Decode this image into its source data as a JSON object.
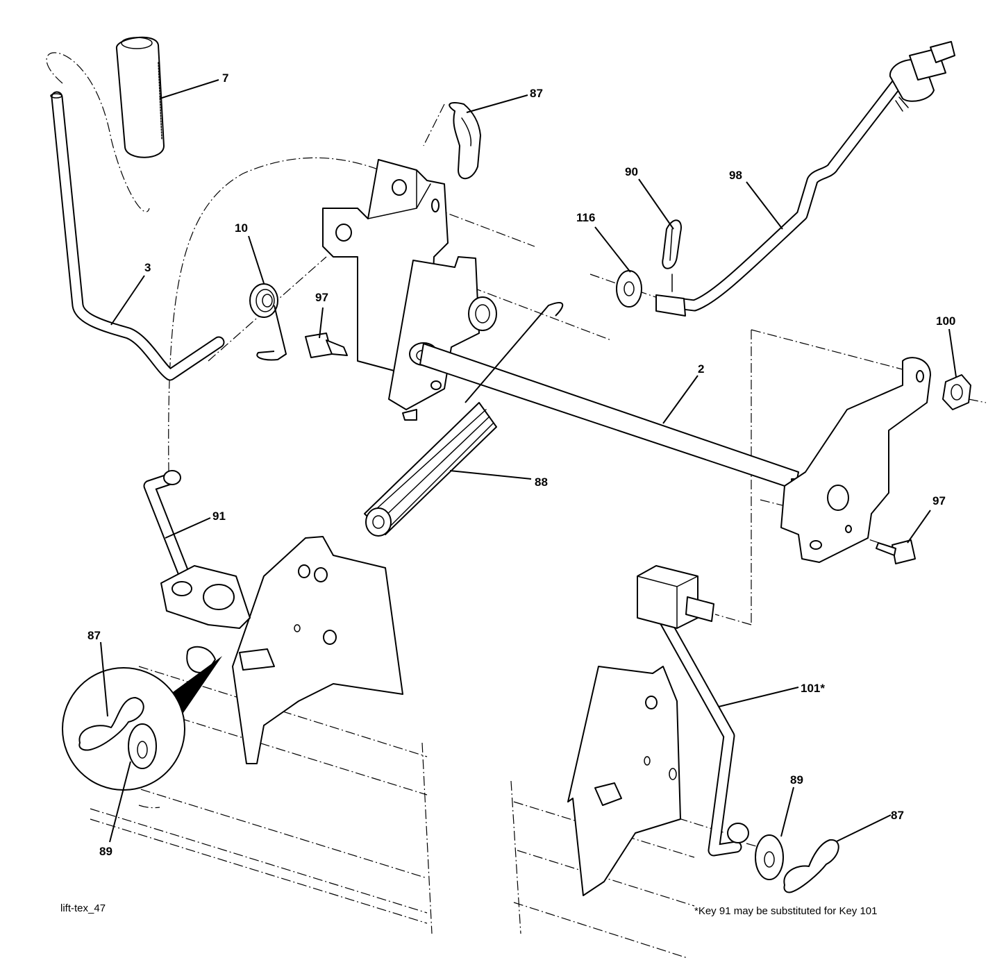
{
  "callouts": [
    {
      "key": "7"
    },
    {
      "key": "87"
    },
    {
      "key": "90"
    },
    {
      "key": "98"
    },
    {
      "key": "116"
    },
    {
      "key": "10"
    },
    {
      "key": "3"
    },
    {
      "key": "97"
    },
    {
      "key": "100"
    },
    {
      "key": "2"
    },
    {
      "key": "88"
    },
    {
      "key": "97"
    },
    {
      "key": "91"
    },
    {
      "key": "87"
    },
    {
      "key": "89"
    },
    {
      "key": "101*"
    },
    {
      "key": "89"
    },
    {
      "key": "87"
    }
  ],
  "footer": {
    "drawing_id": "lift-tex_47",
    "note": "*Key 91 may be substituted for Key 101"
  }
}
